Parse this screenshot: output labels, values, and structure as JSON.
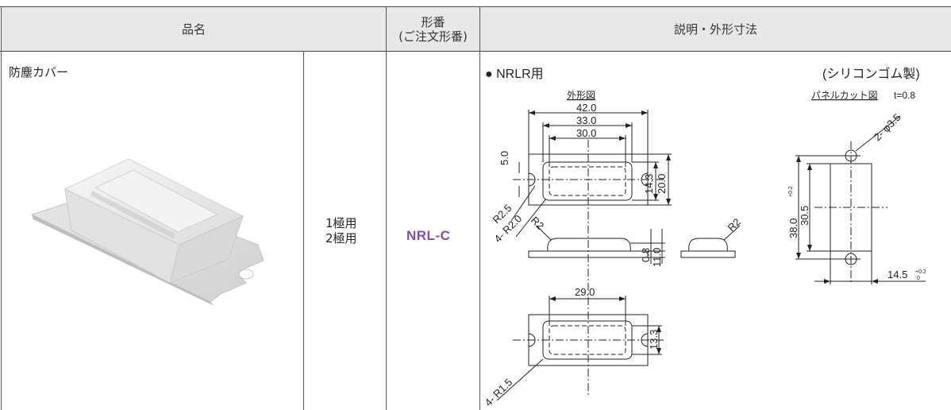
{
  "header": {
    "col_name": "品名",
    "col_model_line1": "形番",
    "col_model_line2": "(ご注文形番)",
    "col_desc": "説明・外形寸法"
  },
  "row": {
    "product_name": "防塵カバー",
    "poles_line1": "1極用",
    "poles_line2": "2極用",
    "model_code": "NRL-C"
  },
  "drawing": {
    "bullet_title": "● NRLR用",
    "material": "(シリコンゴム製)",
    "outline_title": "外形図",
    "panel_cut_title": "パネルカット図",
    "thickness": "t=0.8",
    "dim_42": "42.0",
    "dim_33": "33.0",
    "dim_30": "30.0",
    "dim_5": "5.0",
    "dim_143": "14.3",
    "dim_20": "20.0",
    "dim_r25": "R2.5",
    "dim_4r2": "4- R2.0",
    "dim_r2a": "R2",
    "dim_r2b": "R2",
    "dim_08": "0.8",
    "dim_11": "11.0",
    "dim_29": "29.0",
    "dim_133": "13.3",
    "dim_4r15": "4- R1.5",
    "dim_hole": "2- φ3.5",
    "dim_38": "38.0",
    "dim_305": "30.5",
    "dim_145": "14.5",
    "tol_top": "+0.2",
    "tol_bottom": "0"
  }
}
